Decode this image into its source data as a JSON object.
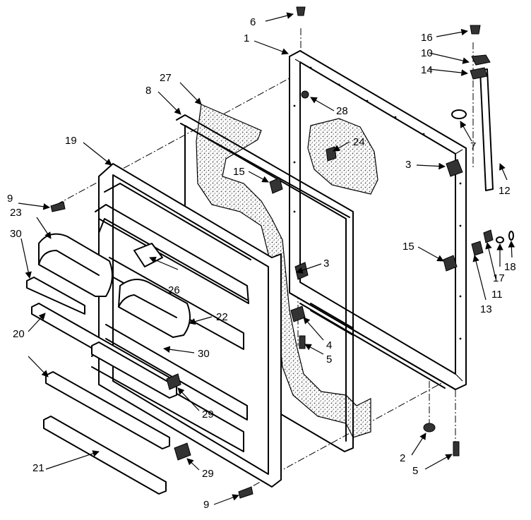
{
  "callouts": [
    "6",
    "1",
    "16",
    "10",
    "14",
    "27",
    "8",
    "28",
    "24",
    "7",
    "19",
    "3",
    "15",
    "12",
    "9",
    "23",
    "30",
    "15",
    "3",
    "18",
    "17",
    "11",
    "13",
    "26",
    "22",
    "4",
    "5",
    "20",
    "30",
    "29",
    "2",
    "21",
    "29",
    "5",
    "9"
  ],
  "colors": {
    "ink": "#000000",
    "paper": "#ffffff",
    "foam": "#7a7a7a"
  }
}
